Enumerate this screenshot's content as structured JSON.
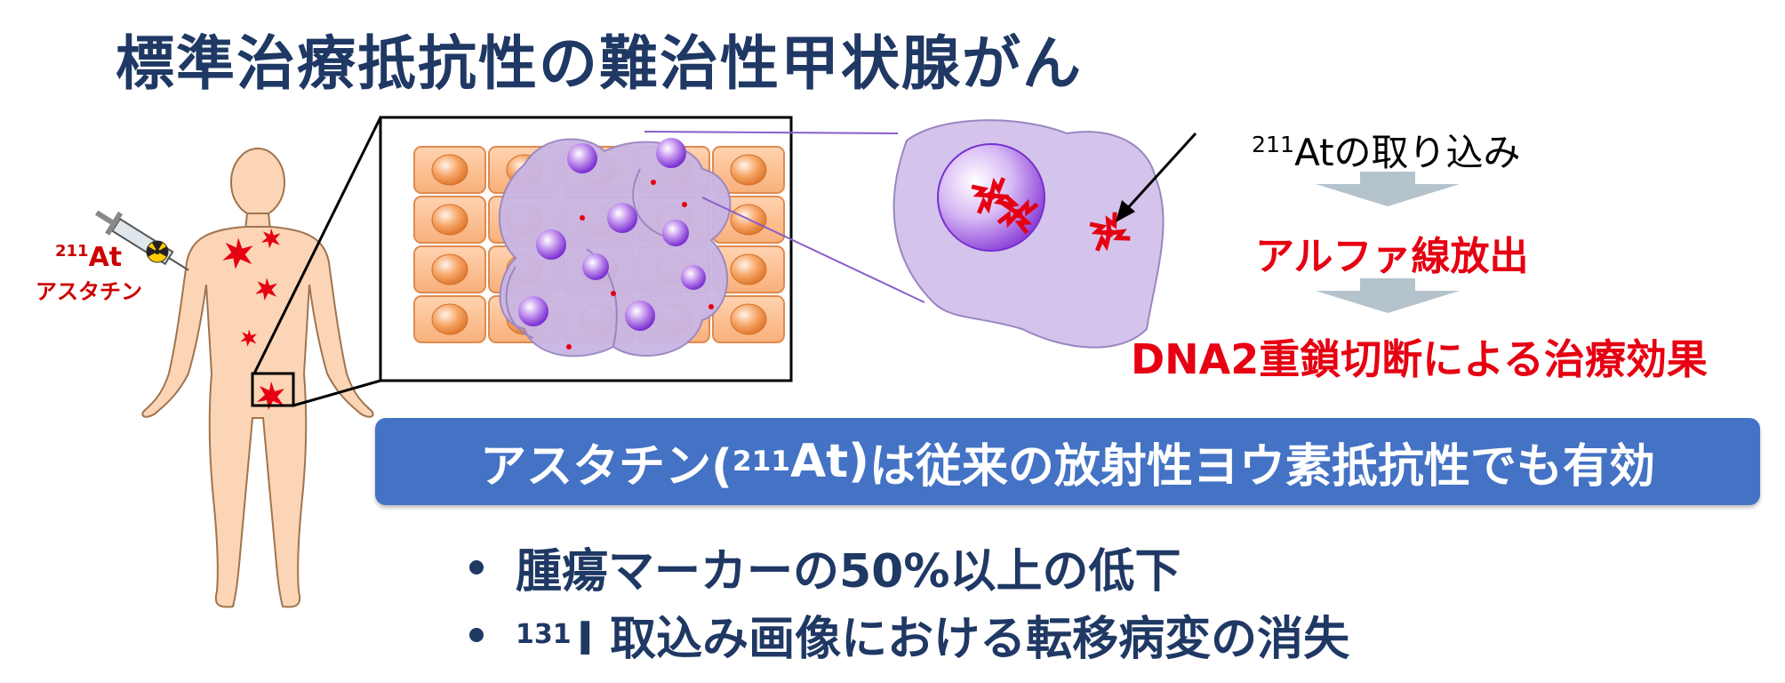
{
  "title": "標準治療抵抗性の難治性甲状腺がん",
  "injection": {
    "isotope_mass": "211",
    "isotope_symbol": "At",
    "name": "アスタチン"
  },
  "flow": {
    "uptake_mass": "211",
    "uptake_text": "Atの取り込み",
    "alpha": "アルファ線放出",
    "effect": "DNA2重鎖切断による治療効果"
  },
  "banner": {
    "prefix": "アスタチン(",
    "mass": "211",
    "symbol": "At)",
    "suffix": "は従来の放射性ヨウ素抵抗性でも有効"
  },
  "bullets": [
    {
      "text": "腫瘍マーカーの50%以上の低下"
    },
    {
      "mass": "131",
      "text": "I 取込み画像における転移病変の消失"
    }
  ],
  "colors": {
    "title": "#1f3864",
    "accent_red": "#e60012",
    "banner": "#4472c4",
    "body_skin": "#fbd5b5",
    "tumor_cell": "#c9b6e4",
    "normal_cell": "#f7a668",
    "arrow_gray": "#b4c2cc"
  }
}
